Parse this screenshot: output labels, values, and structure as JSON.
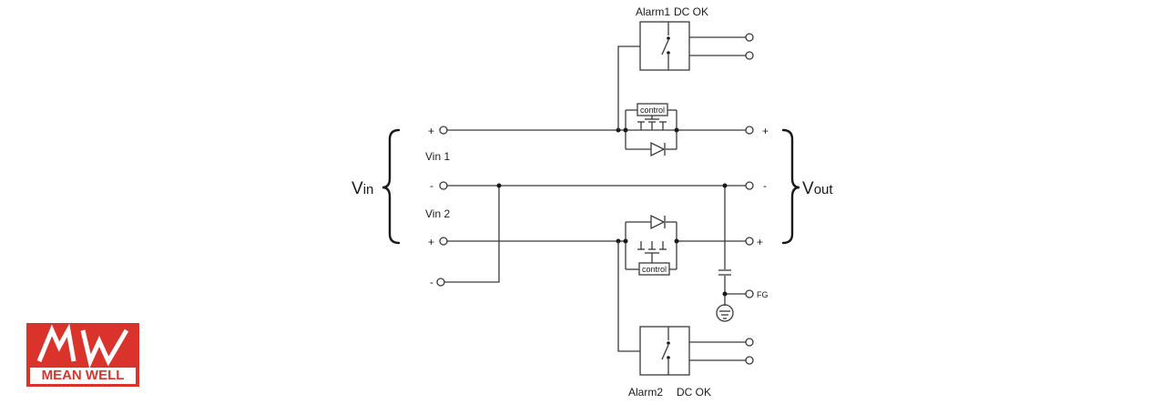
{
  "labels": {
    "vin": "V",
    "vin_sub": "in",
    "vout": "V",
    "vout_sub": "out",
    "vin1": "Vin 1",
    "vin2": "Vin 2",
    "alarm1": "Alarm1",
    "alarm2": "Alarm2",
    "dcok": "DC OK",
    "control": "control",
    "fg": "FG",
    "plus": "+",
    "minus": "-"
  },
  "logo": {
    "brand": "MEAN WELL",
    "mark": "MW",
    "color": "#d9332b"
  }
}
